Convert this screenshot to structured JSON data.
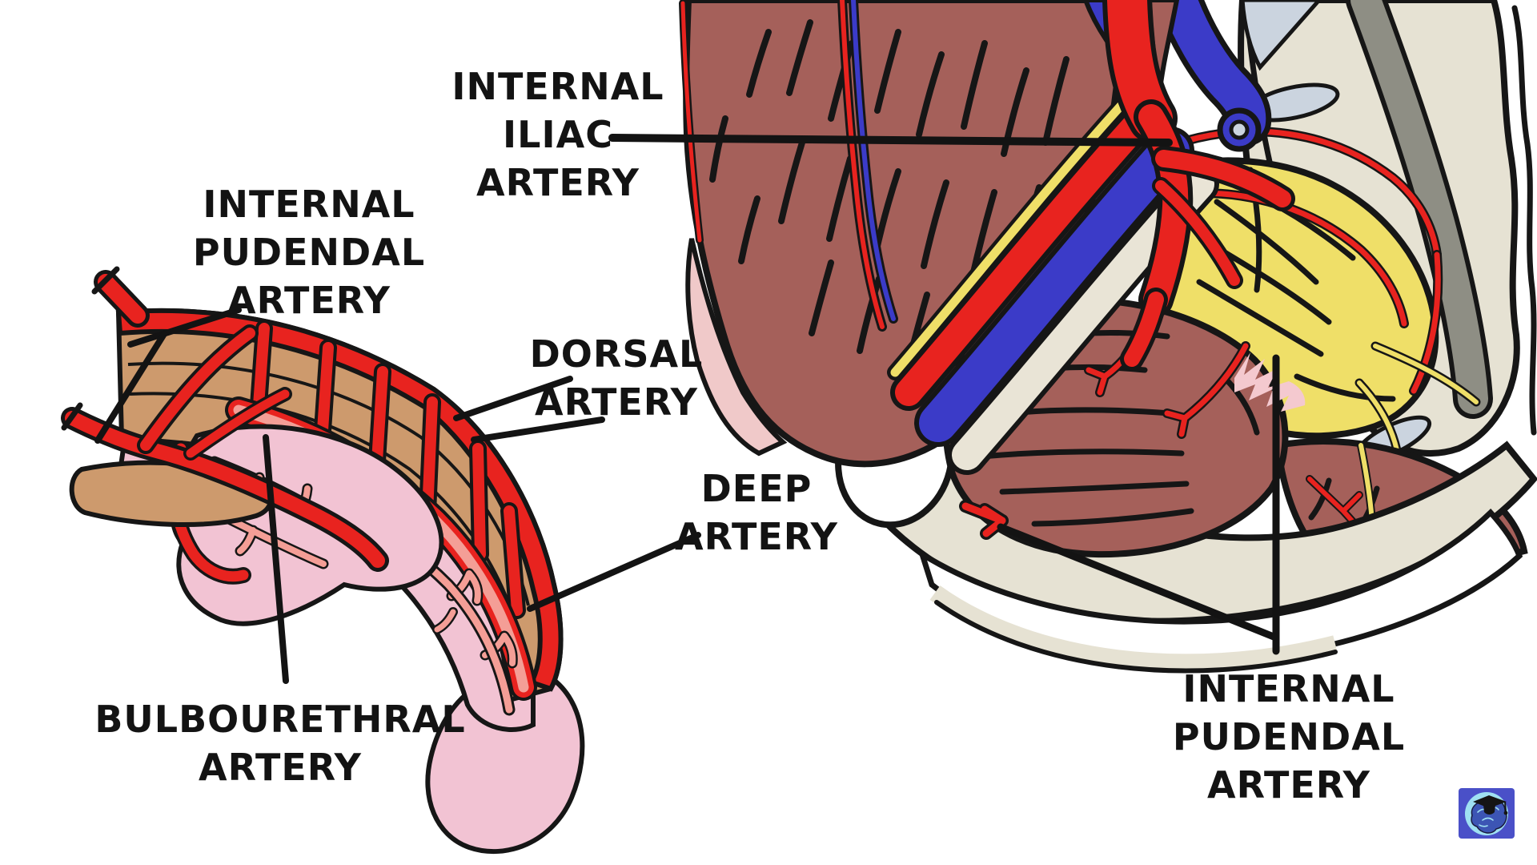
{
  "labels": {
    "internal_pudendal_left": {
      "lines": [
        "INTERNAL",
        "PUDENDAL",
        "ARTERY"
      ]
    },
    "internal_iliac": {
      "lines": [
        "INTERNAL",
        "ILIAC",
        "ARTERY"
      ]
    },
    "dorsal": {
      "lines": [
        "DORSAL",
        "ARTERY"
      ]
    },
    "deep": {
      "lines": [
        "DEEP",
        "ARTERY"
      ]
    },
    "bulbourethral": {
      "lines": [
        "BULBOURETHRAL",
        "ARTERY"
      ]
    },
    "internal_pudendal_right": {
      "lines": [
        "INTERNAL",
        "PUDENDAL",
        "ARTERY"
      ]
    }
  },
  "palette": {
    "background": "#ffffff",
    "outline": "#161616",
    "artery_red": "#e8231f",
    "artery_salmon": "#f49e96",
    "vein_blue": "#3b3bc8",
    "nerve_yellow": "#efdf68",
    "muscle_red": "#a5605a",
    "bone_beige": "#e6e2d3",
    "bone_gray": "#8e8e84",
    "disc_bluegray": "#cbd4df",
    "skin_tan": "#cd9a6d",
    "pink": "#f2c3d3",
    "soft_pink": "#f0c9c9",
    "logo_bg": "#4a50c8",
    "logo_circle": "#9fe0f2",
    "logo_brain": "#3c55b4"
  },
  "logo": {
    "name": "brain-graduation-cap-logo"
  }
}
